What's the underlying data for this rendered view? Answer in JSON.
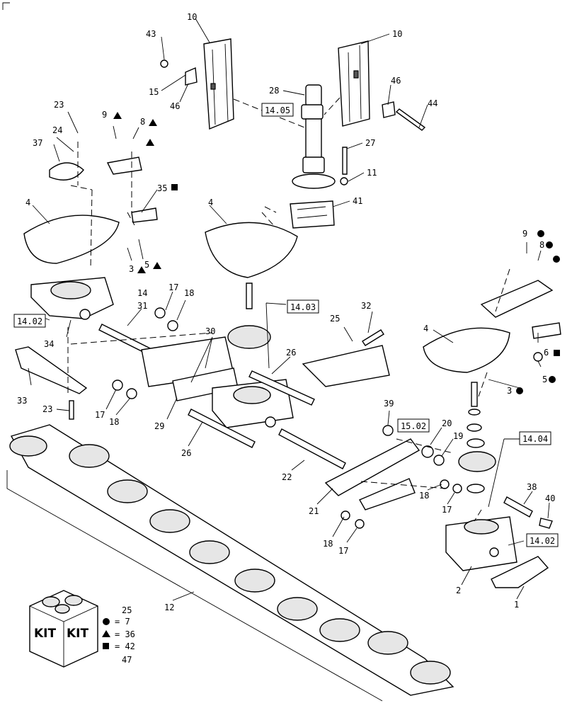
{
  "callouts": {
    "c10a": "10",
    "c10b": "10",
    "c43": "43",
    "c15": "15",
    "c46a": "46",
    "c46b": "46",
    "c28": "28",
    "c44": "44",
    "c27": "27",
    "c11": "11",
    "c41": "41",
    "c23a": "23",
    "c24": "24",
    "c37": "37",
    "c9a": "9",
    "c8a": "8",
    "c35": "35",
    "c4a": "4",
    "c3a": "3",
    "c5a": "5",
    "c4b": "4",
    "c14": "14",
    "c31": "31",
    "c17a": "17",
    "c18a": "18",
    "c30": "30",
    "c34": "34",
    "c33": "33",
    "c23b": "23",
    "c17b": "17",
    "c18b": "18",
    "c29": "29",
    "c26a": "26",
    "c26b": "26",
    "c25a": "25",
    "c32": "32",
    "c22": "22",
    "c21": "21",
    "c39": "39",
    "c20": "20",
    "c19": "19",
    "c18c": "18",
    "c17c": "17",
    "c18d": "18",
    "c17d": "17",
    "c9b": "9",
    "c8b": "8",
    "c4c": "4",
    "c6": "6",
    "c3b": "3",
    "c5b": "5",
    "c38": "38",
    "c40": "40",
    "c2": "2",
    "c1": "1",
    "c12": "12"
  },
  "references": {
    "r1405": "14.05",
    "r1402a": "14.02",
    "r1403": "14.03",
    "r1502": "15.02",
    "r1404": "14.04",
    "r1402b": "14.02"
  },
  "kit_legend": {
    "kit_word": "KIT",
    "line1": "25",
    "line2": "= 7",
    "line3": "= 36",
    "line4": "= 42",
    "line5": "47"
  }
}
